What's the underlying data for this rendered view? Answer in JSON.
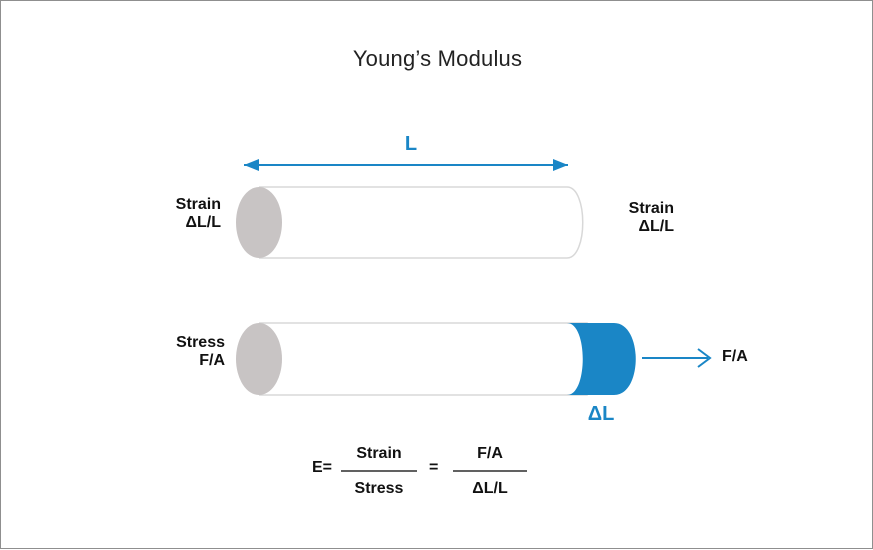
{
  "title": "Young’s Modulus",
  "colors": {
    "accent": "#1a86c6",
    "cap": "#c8c4c4",
    "outline": "#d8d8d8",
    "text": "#111111"
  },
  "top_bar": {
    "length_label": "L",
    "left_label_line1": "Strain",
    "left_label_line2": "ΔL/L",
    "right_label_line1": "Strain",
    "right_label_line2": "ΔL/L"
  },
  "bottom_bar": {
    "left_label_line1": "Stress",
    "left_label_line2": "F/A",
    "extension_label": "ΔL",
    "force_label": "F/A"
  },
  "formula": {
    "lhs": "E=",
    "fraction1_numerator": "Strain",
    "fraction1_denominator": "Stress",
    "equals": "=",
    "fraction2_numerator": "F/A",
    "fraction2_denominator": "ΔL/L"
  }
}
